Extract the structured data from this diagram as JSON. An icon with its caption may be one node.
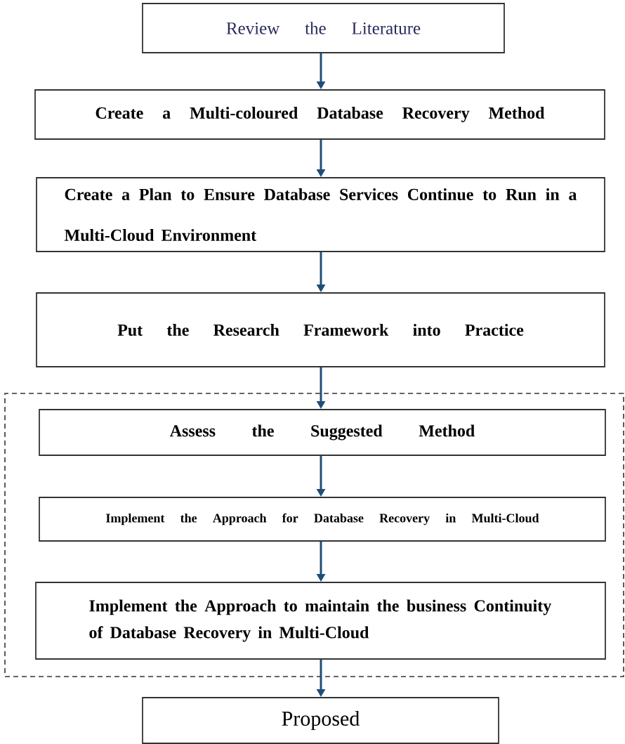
{
  "diagram": {
    "nodes": [
      {
        "text": [
          "Review the Literature"
        ]
      },
      {
        "text": [
          "Create a Multi-coloured Database Recovery Method"
        ]
      },
      {
        "text": [
          "Create a Plan to Ensure Database Services Continue to Run in a Multi-Cloud Environment"
        ]
      },
      {
        "text": [
          "Put the Research Framework into Practice"
        ]
      },
      {
        "text": [],
        "shape": "box"
      },
      {
        "text": [
          "Assess the Suggested Method"
        ],
        "in": 4
      },
      {
        "text": [
          "Implement the Approach for Database Recovery in Multi-Cloud"
        ],
        "in": 4
      },
      {
        "text": [
          "Implement the Approach to maintain the business Continuity of Database Recovery in Multi-Cloud"
        ],
        "in": 4
      },
      {
        "text": [
          "Proposed"
        ]
      }
    ],
    "edges": [
      {
        "from": 0,
        "to": 1,
        "arrow": "to"
      },
      {
        "from": 1,
        "to": 2,
        "arrow": "to"
      },
      {
        "from": 2,
        "to": 3,
        "arrow": "to"
      },
      {
        "from": 3,
        "to": 5,
        "arrow": "to"
      },
      {
        "from": 5,
        "to": 6,
        "arrow": "to"
      },
      {
        "from": 6,
        "to": 7,
        "arrow": "to"
      },
      {
        "from": 7,
        "to": 8,
        "arrow": "to"
      }
    ]
  }
}
